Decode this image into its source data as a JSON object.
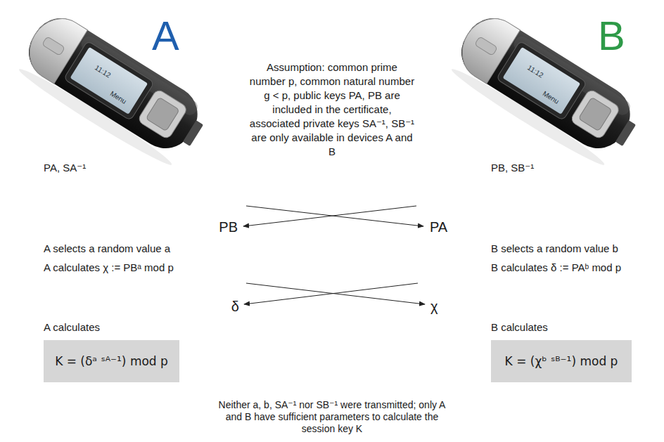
{
  "diagram": {
    "nodes": [
      {
        "text": [
          "K = (δᵃ ˢᴬ⁻¹) mod p"
        ]
      },
      {
        "text": [
          "K = (χᵇ ˢᴮ⁻¹) mod p"
        ]
      }
    ],
    "labels": [
      "A",
      "11:12",
      "Menu",
      "Assumption: common prime number p, common natural number g < p, public keys PA, PB are included in the certificate, associated private keys SA⁻¹, SB⁻¹ are only available in devices A and B",
      "B",
      "11:12",
      "Menu",
      "PA, SA⁻¹",
      "PB, SB⁻¹",
      "PB",
      "PA",
      "A selects a random value a",
      "A calculates χ := PBᵃ mod p",
      "B selects a random value b",
      "B calculates δ := PAᵇ mod p",
      "δ",
      "χ",
      "A calculates",
      "B calculates",
      "Neither a, b, SA⁻¹ nor SB⁻¹ were transmitted; only A and B have sufficient parameters to calculate the session key K"
    ]
  }
}
